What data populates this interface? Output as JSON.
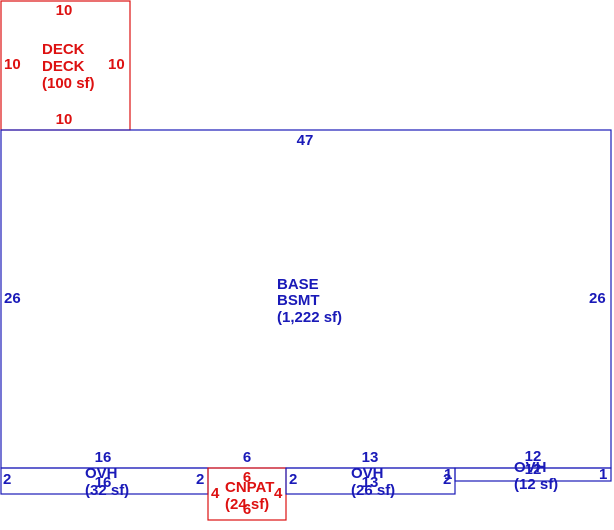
{
  "deck": {
    "label1": "DECK",
    "label2": "DECK",
    "area": "(100 sf)",
    "top": "10",
    "bottom": "10",
    "left": "10",
    "right": "10"
  },
  "base": {
    "label1": "BASE",
    "label2": "BSMT",
    "area": "(1,222 sf)",
    "top": "47",
    "left": "26",
    "right": "26"
  },
  "ovh1": {
    "label": "OVH",
    "area": "(32 sf)",
    "top": "16",
    "bottom": "16",
    "left": "2",
    "right": "2"
  },
  "cnpat": {
    "label": "CNPAT",
    "area": "(24 sf)",
    "top": "6",
    "inner_top": "6",
    "bottom": "6",
    "left": "4",
    "right": "4"
  },
  "ovh2": {
    "label": "OVH",
    "area": "(26 sf)",
    "top": "13",
    "bottom": "13",
    "left": "2",
    "right": "2"
  },
  "ovh3": {
    "label": "OVH",
    "area": "(12 sf)",
    "top": "12",
    "bottom": "12",
    "left": "1",
    "right": "1"
  },
  "colors": {
    "deck": "#dd1111",
    "base": "#1a1ab8"
  }
}
